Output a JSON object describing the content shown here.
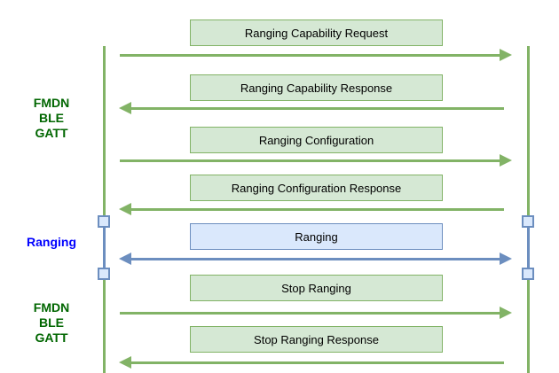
{
  "diagram": {
    "type": "sequence-diagram",
    "side_labels": [
      {
        "lines": [
          "FMDN",
          "BLE",
          "GATT"
        ],
        "color": "#006600"
      },
      {
        "lines": [
          "Ranging"
        ],
        "color": "#0000ff"
      },
      {
        "lines": [
          "FMDN",
          "BLE",
          "GATT"
        ],
        "color": "#006600"
      }
    ],
    "messages": [
      {
        "label": "Ranging Capability Request",
        "direction": "right",
        "theme": "green"
      },
      {
        "label": "Ranging Capability Response",
        "direction": "left",
        "theme": "green"
      },
      {
        "label": "Ranging Configuration",
        "direction": "right",
        "theme": "green"
      },
      {
        "label": "Ranging Configuration Response",
        "direction": "left",
        "theme": "green"
      },
      {
        "label": "Ranging",
        "direction": "both",
        "theme": "blue"
      },
      {
        "label": "Stop Ranging",
        "direction": "right",
        "theme": "green"
      },
      {
        "label": "Stop Ranging Response",
        "direction": "left",
        "theme": "green"
      }
    ],
    "lifelines": {
      "count": 2,
      "activation_markers_per_line": 2
    },
    "colors": {
      "green_fill": "#d5e8d4",
      "green_stroke": "#82b366",
      "blue_fill": "#dae8fc",
      "blue_stroke": "#6c8ebf",
      "phase_label_green": "#006600",
      "phase_label_blue": "#0000ff",
      "message_text": "#000000",
      "background": "#ffffff"
    }
  }
}
